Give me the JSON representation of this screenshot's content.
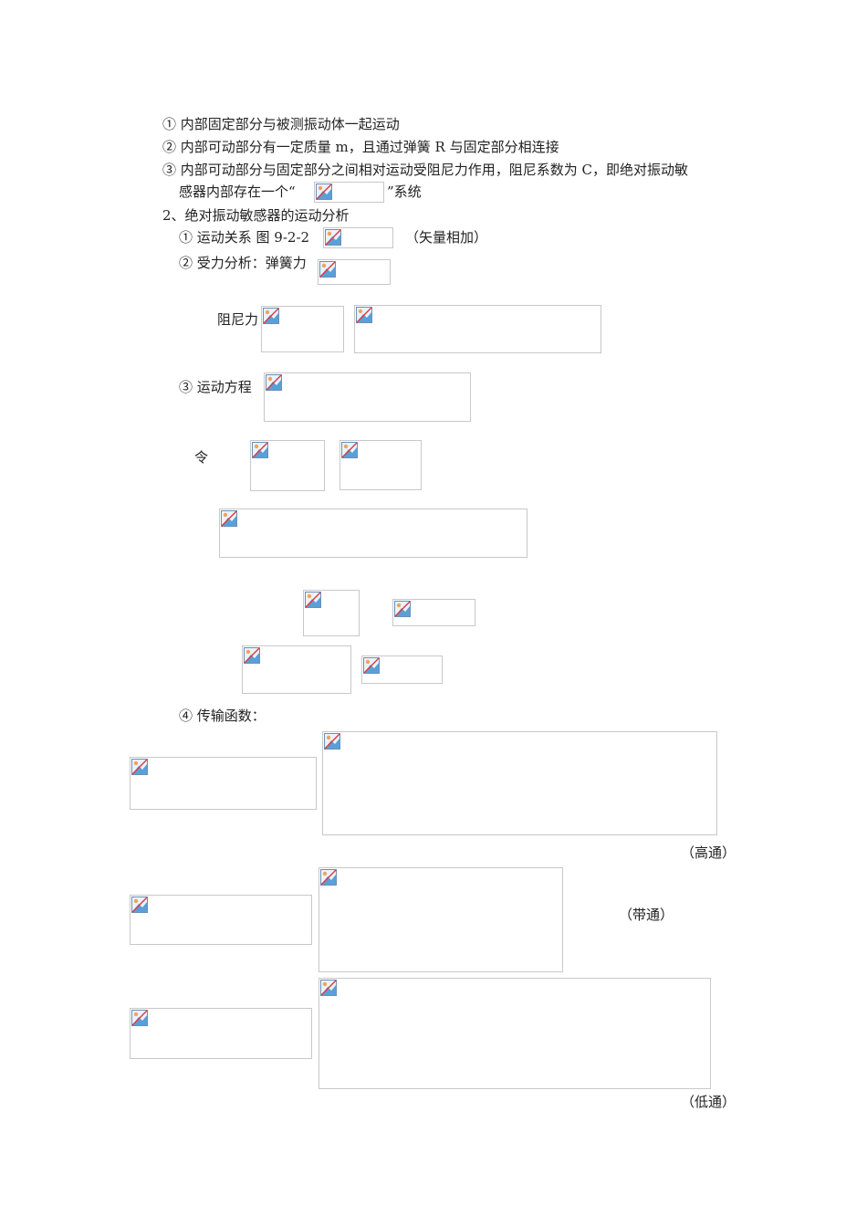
{
  "lines": {
    "l1": "① 内部固定部分与被测振动体一起运动",
    "l2": "② 内部可动部分有一定质量 m，且通过弹簧 R 与固定部分相连接",
    "l3": "③ 内部可动部分与固定部分之间相对运动受阻尼力作用，阻尼系数为 C，即绝对振动敏",
    "l4a": "感器内部存在一个“",
    "l4b": "”系统",
    "sec2": "2、绝对振动敏感器的运动分析",
    "motion": "① 运动关系  图 9-2-2",
    "vector": "（矢量相加）",
    "force": "② 受力分析：弹簧力",
    "damp": "阻尼力",
    "eq": "③ 运动方程",
    "let": "令",
    "tf": "④ 传输函数：",
    "highpass": "（高通）",
    "bandpass": "（带通）",
    "lowpass": "（低通）"
  },
  "icons": {
    "broken_image": "broken-image-icon"
  }
}
